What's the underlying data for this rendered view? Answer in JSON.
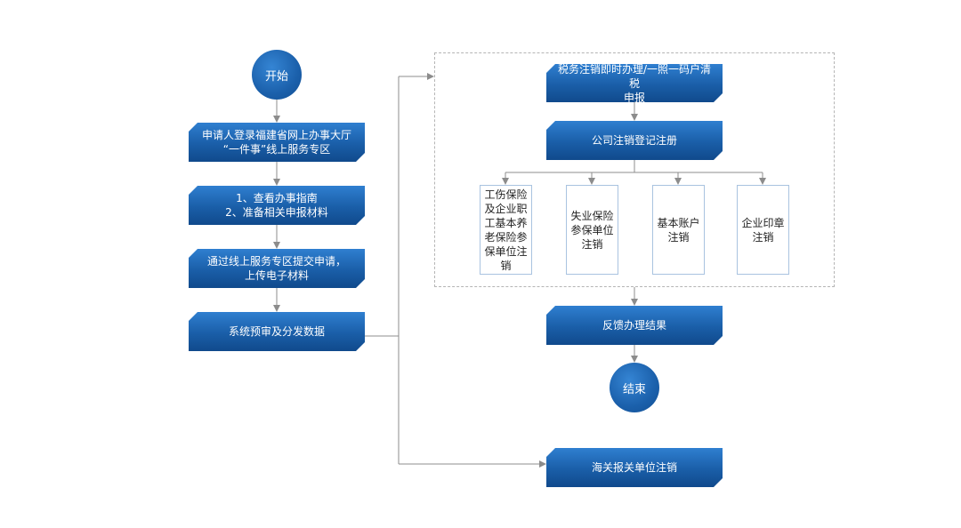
{
  "start": "开始",
  "end": "结束",
  "left_steps": [
    {
      "lines": [
        "申请人登录福建省网上办事大厅",
        "“一件事”线上服务专区"
      ]
    },
    {
      "lines": [
        "1、查看办事指南",
        "2、准备相关申报材料"
      ]
    },
    {
      "lines": [
        "通过线上服务专区提交申请，",
        "上传电子材料"
      ]
    },
    {
      "lines": [
        "系统预审及分发数据"
      ]
    }
  ],
  "tax_step": {
    "lines": [
      "税务注销即时办理/一照一码户清税",
      "申报"
    ]
  },
  "company_step": {
    "lines": [
      "公司注销登记注册"
    ]
  },
  "sub_items": [
    "工伤保险及企业职工基本养老保险参保单位注销",
    "失业保险参保单位注销",
    "基本账户注销",
    "企业印章注销"
  ],
  "feedback_step": {
    "lines": [
      "反馈办理结果"
    ]
  },
  "customs_step": {
    "lines": [
      "海关报关单位注销"
    ]
  },
  "colors": {
    "node_top": "#2f7fd0",
    "node_bottom": "#104a8c",
    "connector": "#8c8c8c",
    "sub_border": "#a9c3e0"
  }
}
